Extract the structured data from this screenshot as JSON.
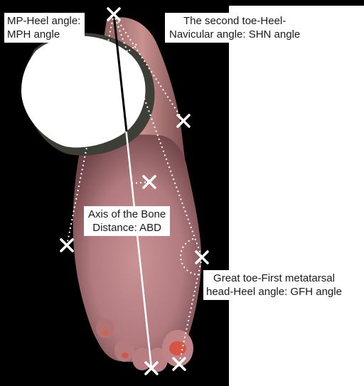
{
  "labels": {
    "mph": {
      "line1": "MP-Heel angle:",
      "line2": "MPH angle"
    },
    "shn": {
      "line1": "The second toe-Heel-",
      "line2": "Navicular angle: SHN angle"
    },
    "abd": {
      "line1": "Axis of the Bone",
      "line2": "Distance: ABD"
    },
    "gfh": {
      "line1": "Great toe-First metatarsal",
      "line2": "head-Heel angle: GFH angle"
    }
  },
  "colors": {
    "background": "#000000",
    "skin": "#b47f82",
    "overlay_lines": "#ffffff",
    "markers": "#ffffff",
    "toenail_red": "#d94a3a"
  },
  "icons": {
    "landmark_marker": "x-mark-icon"
  }
}
